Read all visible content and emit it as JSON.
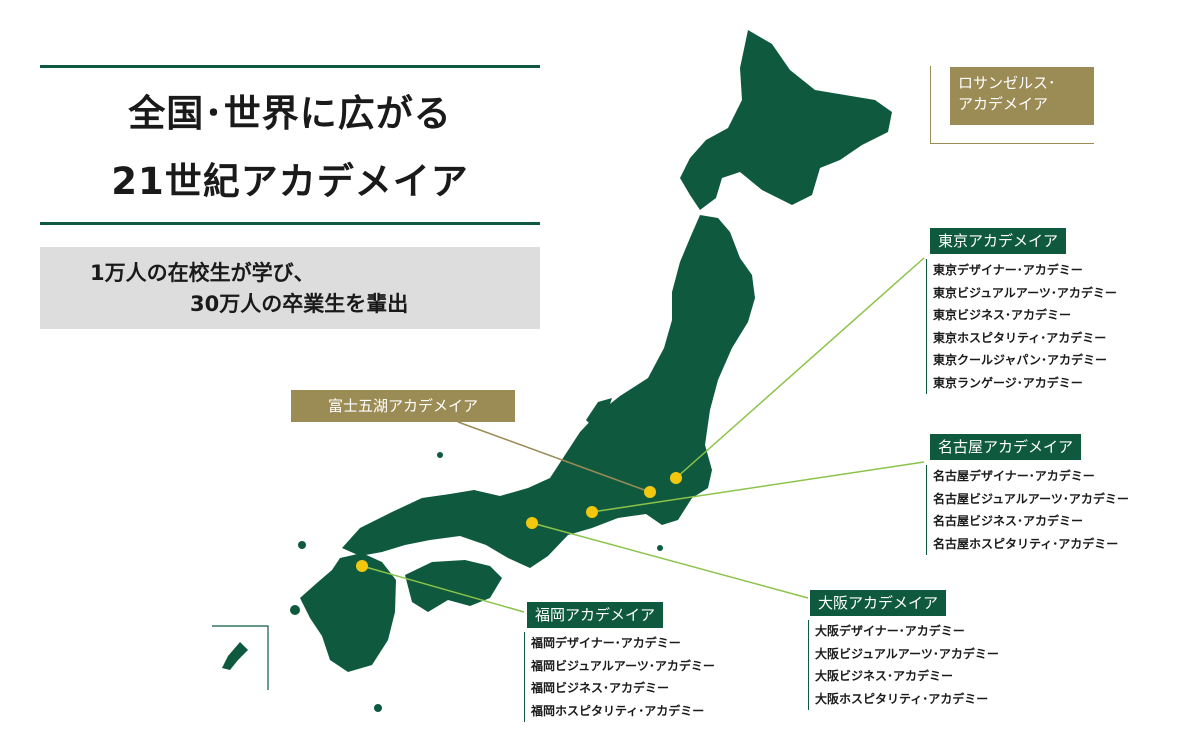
{
  "headline": {
    "line1": "全国･世界に広がる",
    "line2": "21世紀アカデメイア"
  },
  "subheadline": {
    "line1": "1万人の在校生が学び、",
    "line2": "30万人の卒業生を輩出"
  },
  "colors": {
    "brand_green": "#0f5a3e",
    "gold": "#9b8b55",
    "leader_line": "#8bc34a",
    "marker": "#f2c80f",
    "sub_box_gray": "#dddddd"
  },
  "overseas": {
    "line1": "ロサンゼルス･",
    "line2": "アカデメイア"
  },
  "fuji": {
    "label": "富士五湖アカデメイア"
  },
  "tokyo": {
    "title": "東京アカデメイア",
    "schools": [
      "東京デザイナー･アカデミー",
      "東京ビジュアルアーツ･アカデミー",
      "東京ビジネス･アカデミー",
      "東京ホスピタリティ･アカデミー",
      "東京クールジャパン･アカデミー",
      "東京ランゲージ･アカデミー"
    ]
  },
  "nagoya": {
    "title": "名古屋アカデメイア",
    "schools": [
      "名古屋デザイナー･アカデミー",
      "名古屋ビジュアルアーツ･アカデミー",
      "名古屋ビジネス･アカデミー",
      "名古屋ホスピタリティ･アカデミー"
    ]
  },
  "osaka": {
    "title": "大阪アカデメイア",
    "schools": [
      "大阪デザイナー･アカデミー",
      "大阪ビジュアルアーツ･アカデミー",
      "大阪ビジネス･アカデミー",
      "大阪ホスピタリティ･アカデミー"
    ]
  },
  "fukuoka": {
    "title": "福岡アカデメイア",
    "schools": [
      "福岡デザイナー･アカデミー",
      "福岡ビジュアルアーツ･アカデミー",
      "福岡ビジネス･アカデミー",
      "福岡ホスピタリティ･アカデミー"
    ]
  }
}
